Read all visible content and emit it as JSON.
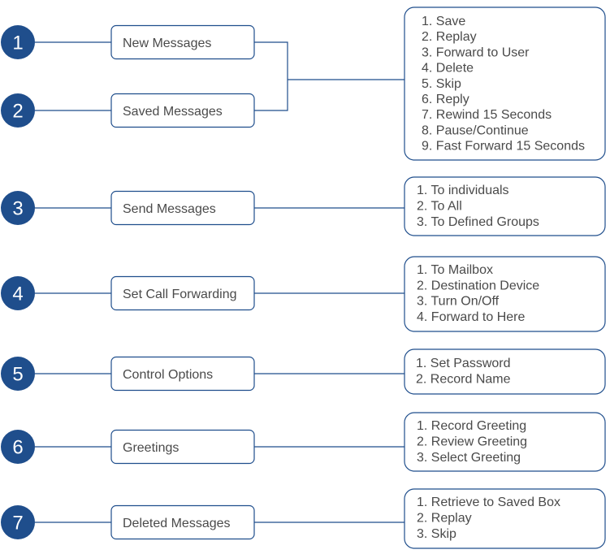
{
  "colors": {
    "accent": "#1f4e8c",
    "border": "#1f4e8c",
    "text": "#4a4a4a",
    "background": "#ffffff"
  },
  "menus": [
    {
      "number": "1",
      "label": "New Messages"
    },
    {
      "number": "2",
      "label": "Saved Messages"
    },
    {
      "number": "3",
      "label": "Send Messages"
    },
    {
      "number": "4",
      "label": "Set Call Forwarding"
    },
    {
      "number": "5",
      "label": "Control Options"
    },
    {
      "number": "6",
      "label": "Greetings"
    },
    {
      "number": "7",
      "label": "Deleted Messages"
    }
  ],
  "option_groups": [
    {
      "serves": [
        "1",
        "2"
      ],
      "items": [
        "1. Save",
        "2. Replay",
        "3. Forward to User",
        "4. Delete",
        "5. Skip",
        "6. Reply",
        "7. Rewind 15 Seconds",
        "8. Pause/Continue",
        "9. Fast Forward 15 Seconds"
      ]
    },
    {
      "serves": [
        "3"
      ],
      "items": [
        "1. To individuals",
        "2. To All",
        "3. To Defined Groups"
      ]
    },
    {
      "serves": [
        "4"
      ],
      "items": [
        "1. To Mailbox",
        "2. Destination Device",
        "3. Turn On/Off",
        "4. Forward to Here"
      ]
    },
    {
      "serves": [
        "5"
      ],
      "items": [
        "1. Set Password",
        "2. Record Name"
      ]
    },
    {
      "serves": [
        "6"
      ],
      "items": [
        "1. Record Greeting",
        "2. Review Greeting",
        "3. Select Greeting"
      ]
    },
    {
      "serves": [
        "7"
      ],
      "items": [
        "1. Retrieve to Saved Box",
        "2. Replay",
        "3. Skip"
      ]
    }
  ]
}
